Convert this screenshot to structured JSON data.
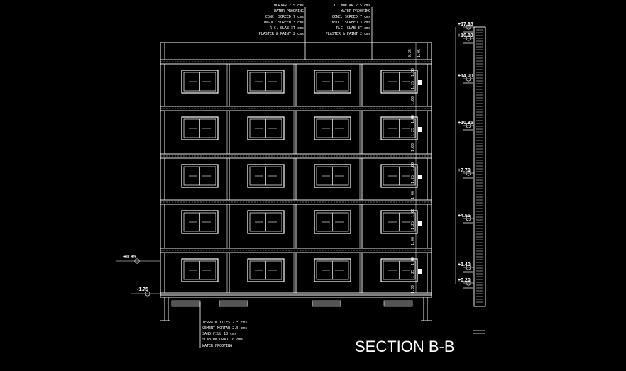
{
  "drawing": {
    "title": "SECTION B-B",
    "colors": {
      "background": "#000000",
      "lines": "#ffffff",
      "hatch": "#9a9a9a"
    }
  },
  "roof_notes_left": [
    "C. MORTAR 2.5 cms",
    "WATER PROOFING",
    "CONC. SCREED 7 cms",
    "INSUL. SCREED 3 cms",
    "R.C. SLAB 3T cms",
    "PLASTER & PAINT 2 cms"
  ],
  "roof_notes_right": [
    "C. MORTAR 2.5 cms",
    "WATER PROOFING",
    "CONC. SCREED 7 cms",
    "INSUL. SCREED 3 cms",
    "R.C. SLAB 3T cms",
    "PLASTER & PAINT 2 cms"
  ],
  "floor_notes": [
    "TERRAZO TILES 2.5 cms",
    "CEMENT MORTAR 2.5 cms",
    "SAND FILL 10 cms",
    "SLAB ON GRAD 10 cms",
    "WATER PROOFING"
  ],
  "levels_right": [
    "+17.35",
    "+16.80",
    "+14.00",
    "+10.85",
    "+7.70",
    "+4.55",
    "+1.40",
    "+0.20"
  ],
  "levels_left": [
    "+0.85",
    "-1.75"
  ],
  "dims": {
    "parapet": [
      "0.25",
      "1.05"
    ],
    "floor": [
      "1.00",
      "1.25",
      "1.00"
    ]
  }
}
